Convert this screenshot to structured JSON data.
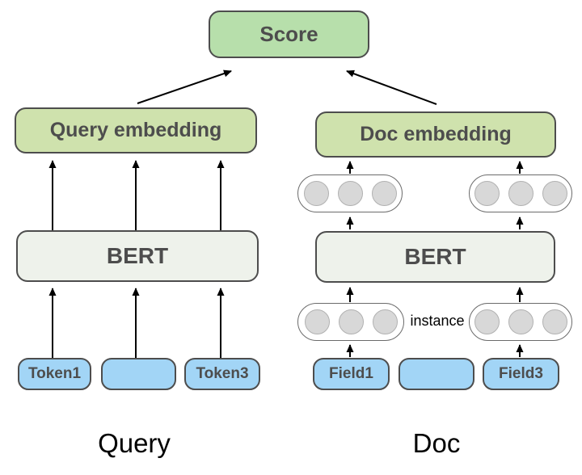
{
  "diagram": {
    "score_label": "Score",
    "query": {
      "embedding_label": "Query embedding",
      "bert_label": "BERT",
      "tokens": [
        "Token1",
        "",
        "Token3"
      ],
      "caption": "Query"
    },
    "doc": {
      "embedding_label": "Doc embedding",
      "bert_label": "BERT",
      "instance_label": "instance",
      "fields": [
        "Field1",
        "",
        "Field3"
      ],
      "caption": "Doc"
    },
    "colors": {
      "score_fill": "#b7dfab",
      "embedding_fill": "#cfe2ad",
      "bert_fill": "#eef2eb",
      "token_fill": "#a2d5f6",
      "border": "#4d4d4d",
      "pill_border": "#6b6b6b",
      "circle_fill": "#d8d8d8",
      "circle_border": "#b1b1b1",
      "arrow": "#000000"
    }
  }
}
